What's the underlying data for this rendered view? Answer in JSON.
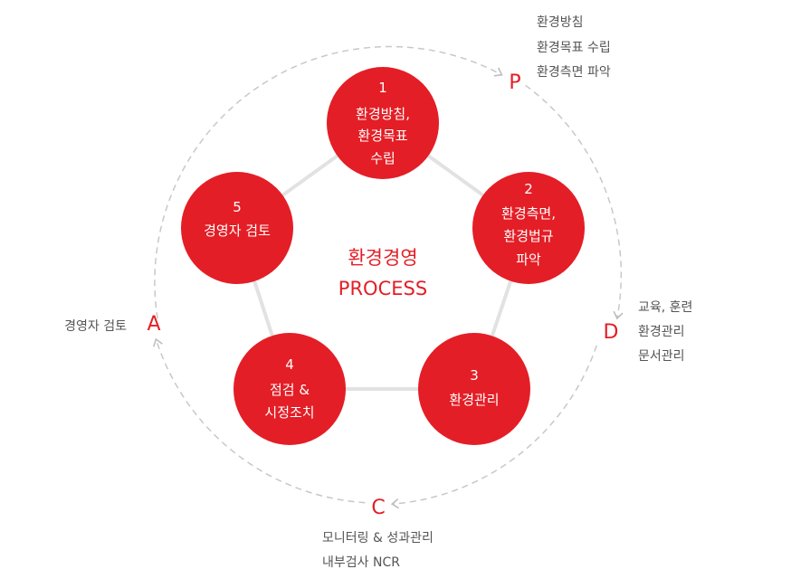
{
  "colors": {
    "accent": "#E41E26",
    "connector": "#E2E2E2",
    "dashed": "#C8C8C8"
  },
  "center": {
    "line1": "환경경영",
    "line2": "PROCESS"
  },
  "nodes": [
    {
      "number": "1",
      "lines": [
        "환경방침,",
        "환경목표",
        "수립"
      ]
    },
    {
      "number": "2",
      "lines": [
        "환경측면,",
        "환경법규",
        "파악"
      ]
    },
    {
      "number": "3",
      "lines": [
        "환경관리"
      ]
    },
    {
      "number": "4",
      "lines": [
        "점검 &",
        "시정조치"
      ]
    },
    {
      "number": "5",
      "lines": [
        "경영자 검토"
      ]
    }
  ],
  "cycle": {
    "P": {
      "letter": "P",
      "notes": [
        "환경방침",
        "환경목표 수립",
        "환경측면 파악"
      ]
    },
    "D": {
      "letter": "D",
      "notes": [
        "교육, 훈련",
        "환경관리",
        "문서관리"
      ]
    },
    "C": {
      "letter": "C",
      "notes": [
        "모니터링 & 성과관리",
        "내부검사 NCR"
      ]
    },
    "A": {
      "letter": "A",
      "notes": [
        "경영자 검토"
      ]
    }
  }
}
